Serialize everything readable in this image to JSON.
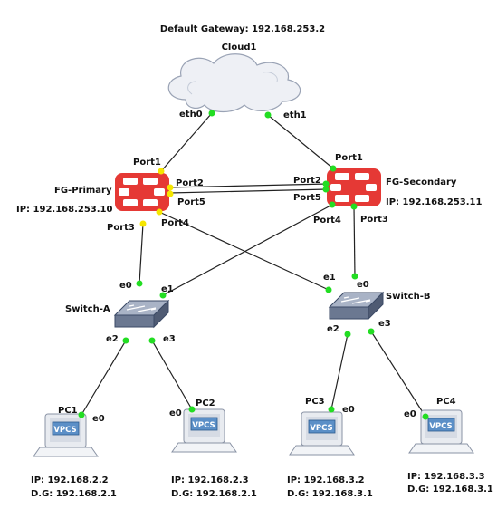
{
  "header": {
    "gateway": "Default Gateway: 192.168.253.2",
    "cloud": "Cloud1"
  },
  "cloud_ports": {
    "eth0": "eth0",
    "eth1": "eth1"
  },
  "firewalls": {
    "primary": {
      "name": "FG-Primary",
      "ip": "IP: 192.168.253.10",
      "port1": "Port1",
      "port2": "Port2",
      "port3": "Port3",
      "port4": "Port4",
      "port5": "Port5",
      "color": "#e53935"
    },
    "secondary": {
      "name": "FG-Secondary",
      "ip": "IP: 192.168.253.11",
      "port1": "Port1",
      "port2": "Port2",
      "port3": "Port3",
      "port4": "Port4",
      "port5": "Port5",
      "color": "#e53935"
    }
  },
  "switches": {
    "a": {
      "name": "Switch-A",
      "e0": "e0",
      "e1": "e1",
      "e2": "e2",
      "e3": "e3"
    },
    "b": {
      "name": "Switch-B",
      "e0": "e0",
      "e1": "e1",
      "e2": "e2",
      "e3": "e3"
    }
  },
  "pcs": [
    {
      "name": "PC1",
      "port": "e0",
      "screen": "VPCS",
      "ip": "IP: 192.168.2.2",
      "dg": "D.G: 192.168.2.1"
    },
    {
      "name": "PC2",
      "port": "e0",
      "screen": "VPCS",
      "ip": "IP: 192.168.2.3",
      "dg": "D.G: 192.168.2.1"
    },
    {
      "name": "PC3",
      "port": "e0",
      "screen": "VPCS",
      "ip": "IP: 192.168.3.2",
      "dg": "D.G: 192.168.3.1"
    },
    {
      "name": "PC4",
      "port": "e0",
      "screen": "VPCS",
      "ip": "IP: 192.168.3.3",
      "dg": "D.G: 192.168.3.1"
    }
  ],
  "colors": {
    "link_up": "#22dd22",
    "link_half": "#f5e600",
    "wire": "#222222"
  }
}
